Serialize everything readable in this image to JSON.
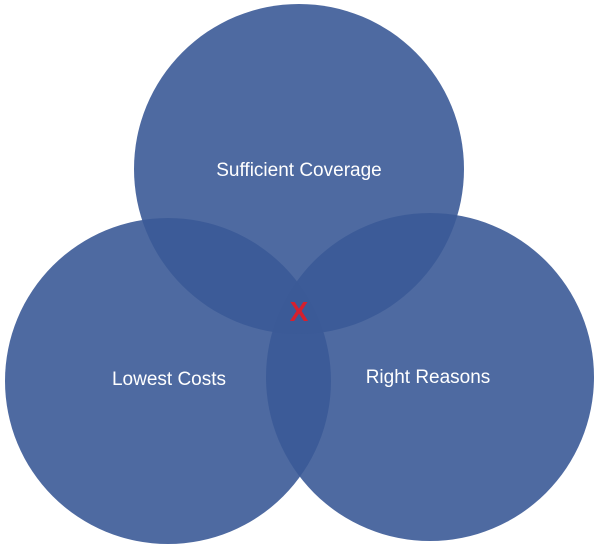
{
  "diagram": {
    "type": "venn",
    "sets": [
      {
        "id": "top",
        "label": "Sufficient Coverage"
      },
      {
        "id": "left",
        "label": "Lowest Costs"
      },
      {
        "id": "right",
        "label": "Right Reasons"
      }
    ],
    "center_mark": "X"
  },
  "colors": {
    "circle_fill": "#3b5a97",
    "center_mark": "#d6202e",
    "background": "#ffffff"
  }
}
